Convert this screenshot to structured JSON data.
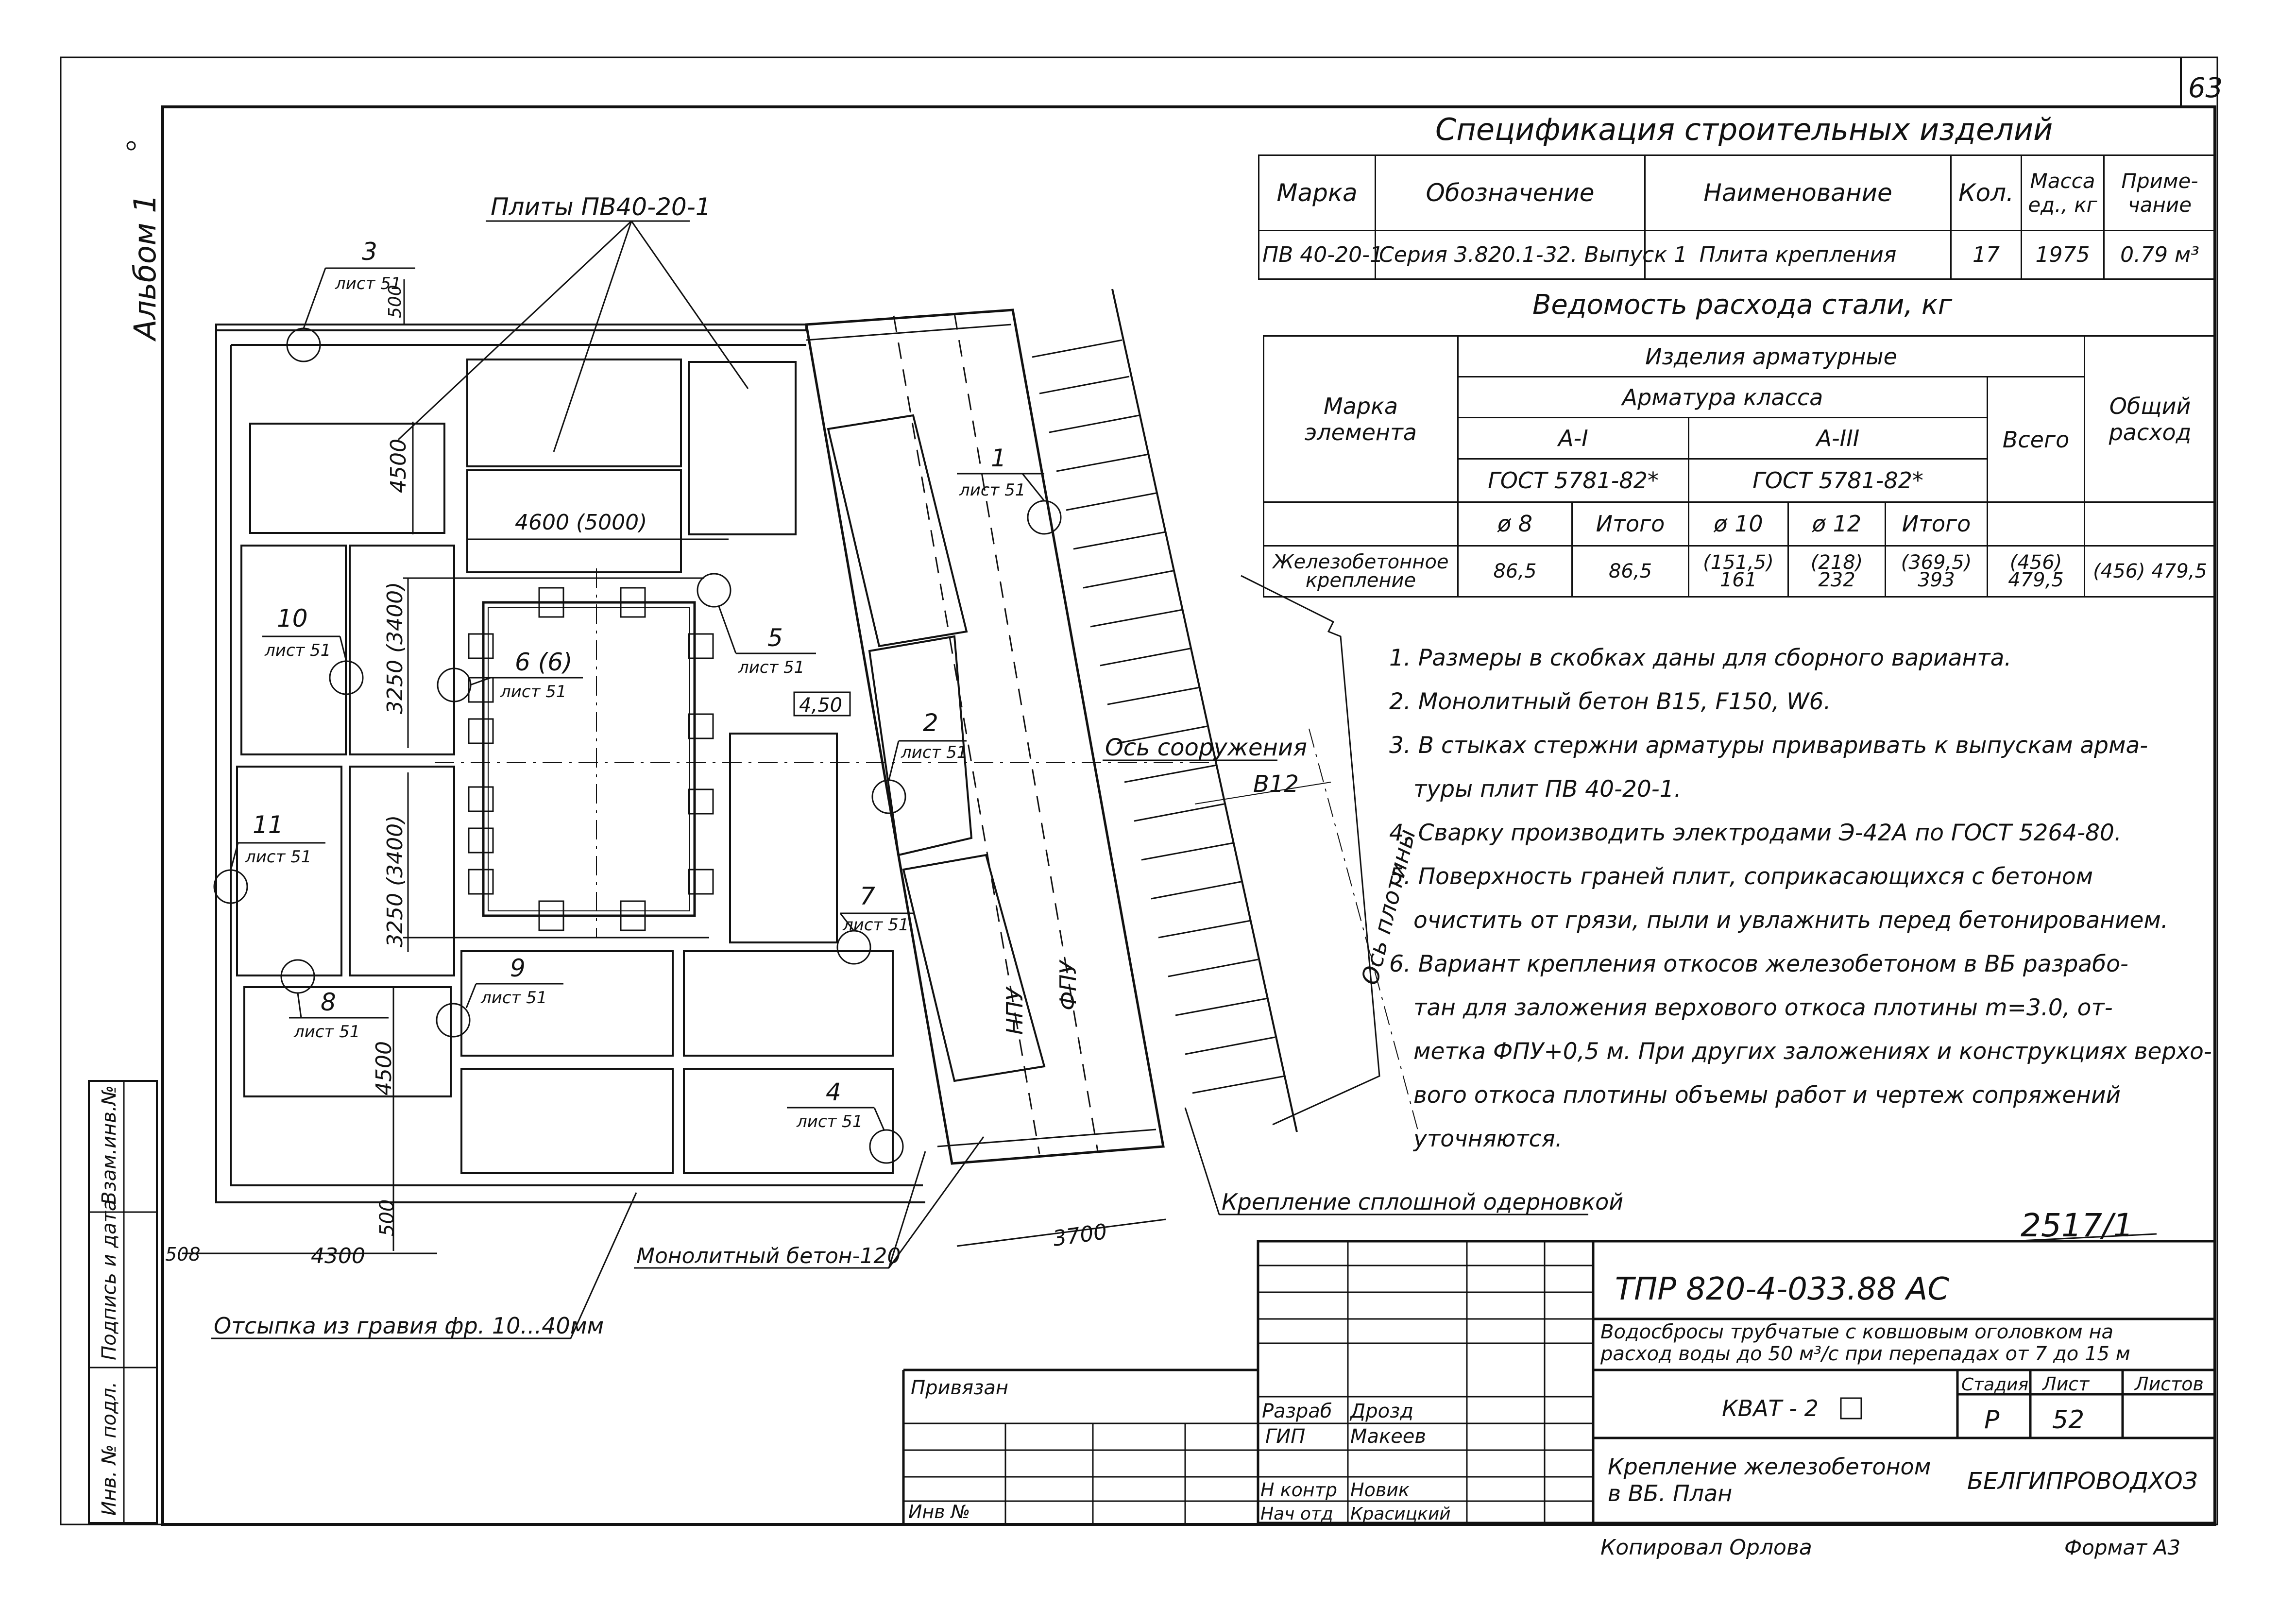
{
  "sheet": {
    "page_number": "63",
    "album_label": "Альбом 1",
    "drawing_number": "2517/1",
    "copied_by": "Копировал Орлова",
    "format": "Формат А3"
  },
  "side_stamp": {
    "cells": [
      "Инв. № подл.",
      "Подпись и дата",
      "Взам.инв.№"
    ]
  },
  "spec_table": {
    "title": "Спецификация строительных изделий",
    "headers": [
      "Марка",
      "Обозначение",
      "Наименование",
      "Кол.",
      "Масса ед., кг",
      "Приме-чание"
    ],
    "rows": [
      [
        "ПВ 40-20-1",
        "Серия 3.820.1-32. Выпуск 1",
        "Плита крепления",
        "17",
        "1975",
        "0.79 м³"
      ]
    ]
  },
  "steel_table": {
    "title": "Ведомость расхода стали, кг",
    "h_products": "Изделия арматурные",
    "h_class": "Арматура класса",
    "h_mark": "Марка элемента",
    "h_total_all": "Общий расход",
    "h_total": "Всего",
    "h_a1": "А-I",
    "h_a3": "А-III",
    "h_gost1": "ГОСТ 5781-82*",
    "h_gost2": "ГОСТ 5781-82*",
    "h_d8": "ø 8",
    "h_itogo1": "Итого",
    "h_d10": "ø 10",
    "h_d12": "ø 12",
    "h_itogo2": "Итого",
    "row": {
      "mark": "Железобетонное крепление",
      "d8": "86,5",
      "itogo1": "86,5",
      "d10": "(151,5) 161",
      "d12": "(218) 232",
      "itogo2": "(369,5) 393",
      "total": "(456) 479,5",
      "total_all": "(456) 479,5"
    }
  },
  "notes": [
    "1. Размеры в скобках даны для сборного варианта.",
    "2. Монолитный бетон В15, F150, W6.",
    "3. В стыках стержни арматуры приваривать к выпускам арма-",
    "туры плит ПВ 40-20-1.",
    "4. Сварку производить электродами Э-42А по ГОСТ 5264-80.",
    "5. Поверхность граней плит, соприкасающихся с бетоном",
    "очистить от грязи, пыли и увлажнить перед бетонированием.",
    "6. Вариант крепления откосов железобетоном в ВБ разрабо-",
    "тан для заложения верхового откоса плотины m=3.0, от-",
    "метка ФПУ+0,5 м. При других заложениях и конструкциях верхо-",
    "вого откоса плотины объемы работ и чертеж сопряжений",
    "уточняются."
  ],
  "drawing": {
    "plates_label": "Плиты ПВ40-20-1",
    "structure_axis": "Ось сооружения",
    "dam_axis": "Ось плотины",
    "npu": "НПУ",
    "fpu": "ФПУ",
    "elevation": "4,50",
    "dim_b12": "В12",
    "solid_cover": "Крепление сплошной одерновкой",
    "monolithic": "Монолитный бетон-120",
    "gravel": "Отсыпка из гравия фр. 10...40мм",
    "dims": {
      "d4600": "4600 (5000)",
      "d4500_top": "4500",
      "d500_top": "500",
      "d3250_a": "3250 (3400)",
      "d3250_b": "3250 (3400)",
      "d4500_bot": "4500",
      "d500_bot": "500",
      "d508": "508",
      "d4300": "4300",
      "d3700": "3700"
    },
    "callouts": [
      {
        "num": "1",
        "sheet": "лист 51"
      },
      {
        "num": "2",
        "sheet": "лист 51"
      },
      {
        "num": "3",
        "sheet": "лист 51"
      },
      {
        "num": "4",
        "sheet": "лист 51"
      },
      {
        "num": "5",
        "sheet": "лист 51"
      },
      {
        "num": "6 (6)",
        "sheet": "лист 51"
      },
      {
        "num": "7",
        "sheet": "лист 51"
      },
      {
        "num": "8",
        "sheet": "лист 51"
      },
      {
        "num": "9",
        "sheet": "лист 51"
      },
      {
        "num": "10",
        "sheet": "лист 51"
      },
      {
        "num": "11",
        "sheet": "лист 51"
      }
    ]
  },
  "title_block": {
    "code": "ТПР 820-4-033.88 АС",
    "project": "Водосбросы трубчатые с ковшовым оголовком на расход воды до 50 м³/с при перепадах от 7 до 15 м",
    "project_line1": "Водосбросы трубчатые с ковшовым оголовком на",
    "project_line2": "расход воды до 50 м³/с при перепадах от 7 до 15 м",
    "privyazan": "Привязан",
    "inv_no": "Инв № ",
    "roles": [
      {
        "role": "Разраб",
        "name": "Дрозд"
      },
      {
        "role": "ГИП",
        "name": "Макеев"
      },
      {
        "role": "Н контр",
        "name": "Новик"
      },
      {
        "role": "Нач отд",
        "name": "Красицкий"
      }
    ],
    "stage_h": "Стадия",
    "sheet_h": "Лист",
    "sheets_h": "Листов",
    "stage": "Р",
    "sheet_no": "52",
    "kvat": "КВАТ - 2",
    "name_line1": "Крепление железобетоном",
    "name_line2": "в ВБ. План",
    "org": "БЕЛГИПРОВОДХОЗ"
  }
}
